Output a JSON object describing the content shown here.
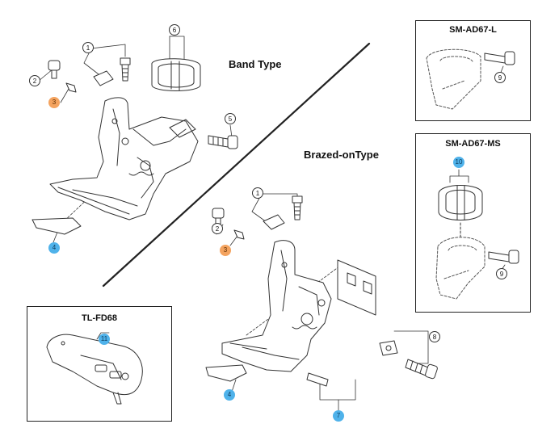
{
  "sections": {
    "band": "Band Type",
    "brazed": "Brazed-onType"
  },
  "panels": {
    "ad67l": "SM-AD67-L",
    "ad67ms": "SM-AD67-MS",
    "tlfd68": "TL-FD68"
  },
  "callouts": {
    "band": {
      "c1": "1",
      "c2": "2",
      "c3": "3",
      "c4": "4",
      "c5": "5",
      "c6": "6"
    },
    "brazed": {
      "c1": "1",
      "c2": "2",
      "c3": "3",
      "c4": "4",
      "c7": "7",
      "c8": "8"
    },
    "ad67l": {
      "c9": "9"
    },
    "ad67ms": {
      "c9": "9",
      "c10": "10"
    },
    "tlfd68": {
      "c11": "11"
    }
  },
  "colors": {
    "highlight_orange": "#f4a35f",
    "highlight_blue": "#4fb2ea",
    "line": "#333333"
  }
}
